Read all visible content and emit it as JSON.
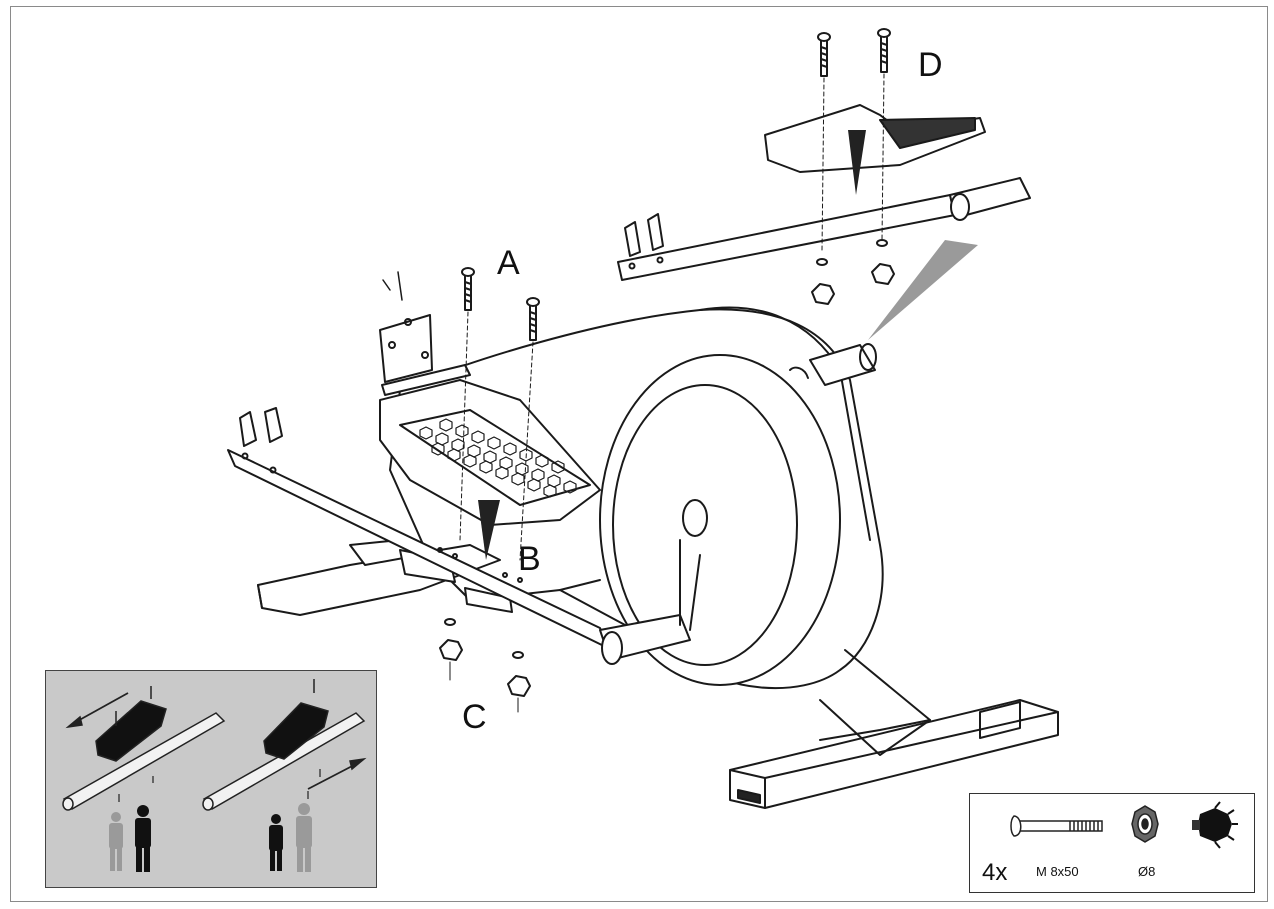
{
  "labels": {
    "a": "A",
    "b": "B",
    "c": "C",
    "d": "D"
  },
  "parts": {
    "quantity": "4x",
    "bolt": "M 8x50",
    "washer": "Ø8"
  },
  "icons": {
    "carriage_bolt": "carriage-bolt-icon",
    "washer": "washer-icon",
    "knob_nut": "knob-nut-icon"
  },
  "colors": {
    "line": "#1a1a1a",
    "inset_background": "#c9c9c9",
    "arrow_dark": "#222222",
    "arrow_light": "#9a9a9a"
  }
}
